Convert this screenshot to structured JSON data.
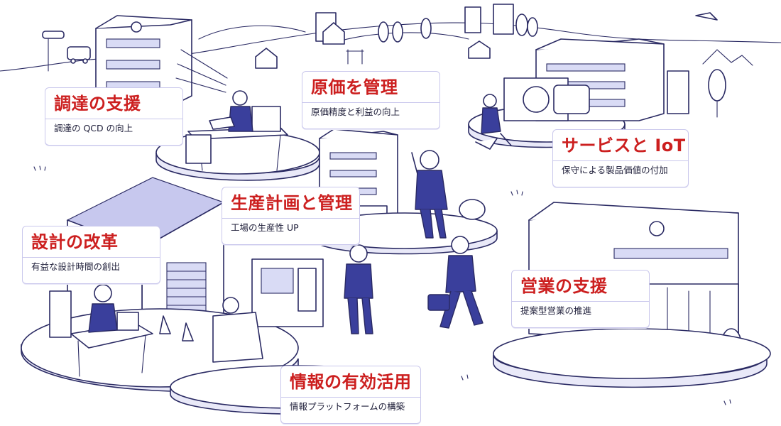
{
  "cards": [
    {
      "id": "procurement",
      "title": "調達の支援",
      "subtitle": "調達の QCD の向上"
    },
    {
      "id": "cost",
      "title": "原価を管理",
      "subtitle": "原価精度と利益の向上"
    },
    {
      "id": "service-iot",
      "title": "サービスと IoT",
      "subtitle": "保守による製品価値の付加"
    },
    {
      "id": "production",
      "title": "生産計画と管理",
      "subtitle": "工場の生産性 UP"
    },
    {
      "id": "design",
      "title": "設計の改革",
      "subtitle": "有益な設計時間の創出"
    },
    {
      "id": "sales",
      "title": "営業の支援",
      "subtitle": "提案型営業の推進"
    },
    {
      "id": "info",
      "title": "情報の有効活用",
      "subtitle": "情報プラットフォームの構築"
    }
  ],
  "colors": {
    "title": "#cc1f1f",
    "ink": "#2a2a63",
    "accent": "#3a3f9c",
    "card_border": "#c9c7ec"
  }
}
